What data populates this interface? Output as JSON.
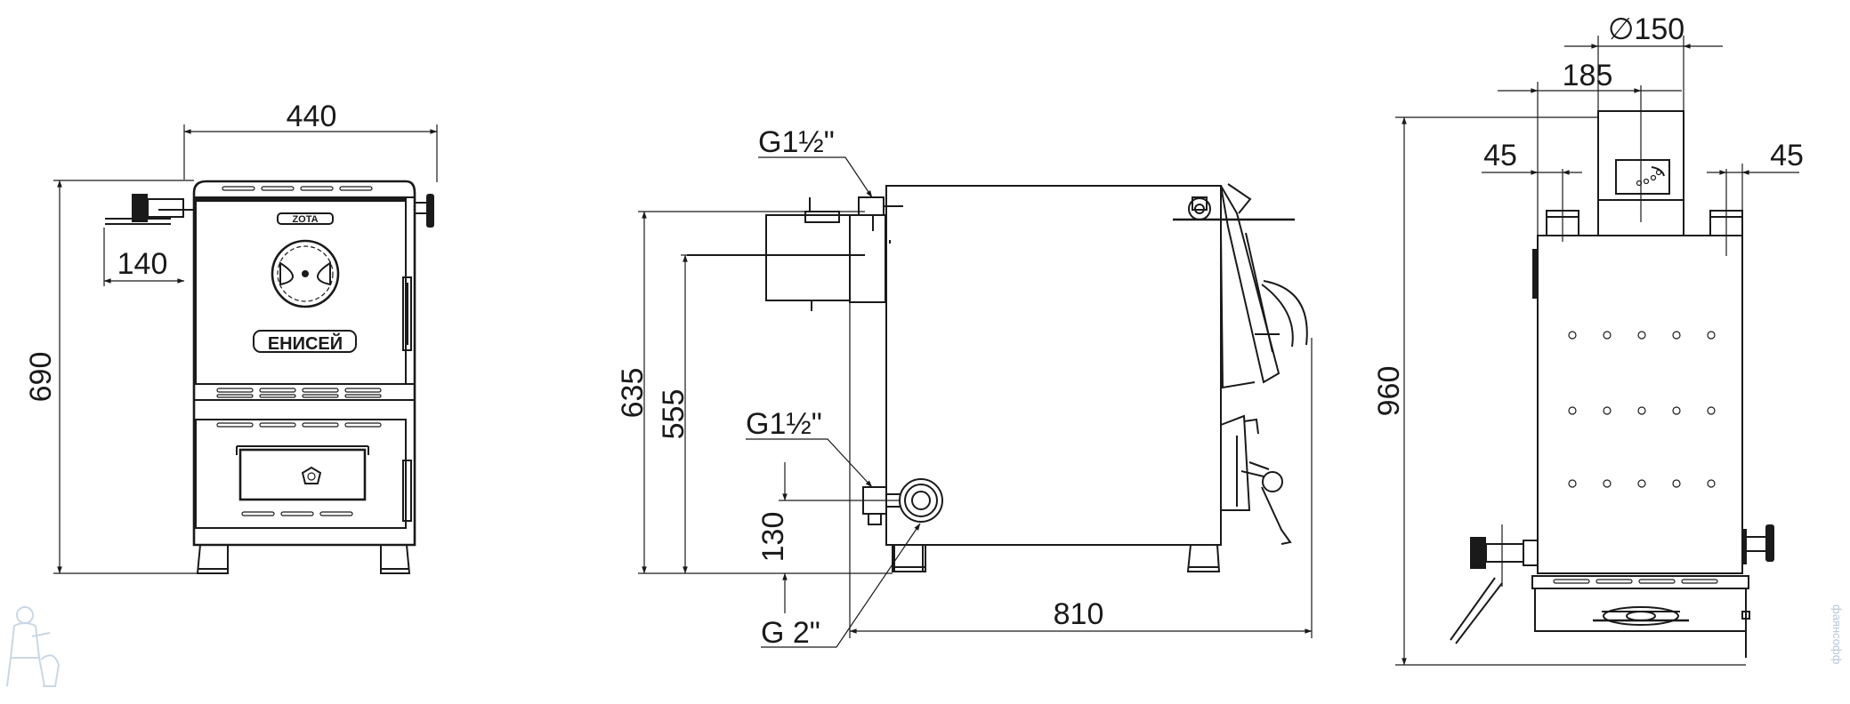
{
  "front_view": {
    "width_label": "440",
    "height_label": "690",
    "pipe_offset_label": "140",
    "brand_plate": "ZOTA",
    "name_plate": "ЕНИСЕЙ"
  },
  "side_view": {
    "inlet_top_label": "G1½\"",
    "inlet_bottom_label": "G1½\"",
    "drain_label": "G 2\"",
    "height_635_label": "635",
    "height_555_label": "555",
    "height_130_label": "130",
    "depth_label": "810"
  },
  "rear_view": {
    "flue_diameter_label": "∅150",
    "flue_offset_label": "185",
    "left_pipe_label": "45",
    "right_pipe_label": "45",
    "height_label": "960"
  },
  "watermark": {
    "text": "фаянсофф"
  },
  "colors": {
    "line": "#1a1a1a",
    "watermark": "#b9c9d8"
  }
}
